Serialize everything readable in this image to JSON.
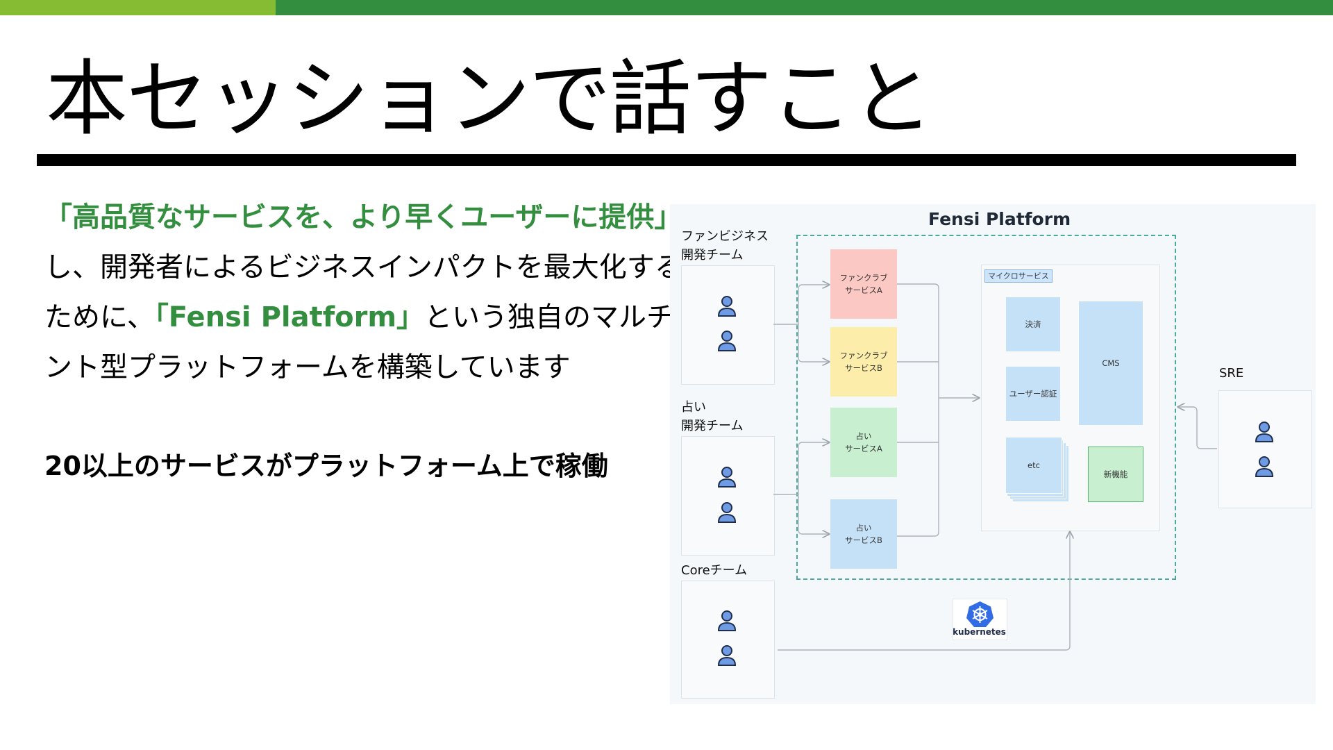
{
  "slide": {
    "title": "本セッションで話すこと",
    "paragraph": {
      "line1_quote": "「高品質なサービスを、より早くユーザーに提供」",
      "line2": "し、開発者によるビジネスインパクトを最大化する",
      "line3_pre": "ために、",
      "line3_green": "「Fensi Platform」",
      "line3_post": "という独自のマルチテナ",
      "line4": "ント型プラットフォームを構築しています"
    },
    "highlight": "20以上のサービスがプラットフォーム上で稼働"
  },
  "diagram": {
    "title": "Fensi Platform",
    "teams": [
      {
        "line1": "ファンビジネス",
        "line2": "開発チーム"
      },
      {
        "line1": "占い",
        "line2": "開発チーム"
      },
      {
        "line1": "Coreチーム",
        "line2": ""
      }
    ],
    "sre_label": "SRE",
    "services": [
      {
        "label": "ファンクラブ\nサービスA",
        "color": "#fbc8c4"
      },
      {
        "label": "ファンクラブ\nサービスB",
        "color": "#fcedaa"
      },
      {
        "label": "占い\nサービスA",
        "color": "#c7efd0"
      },
      {
        "label": "占い\nサービスB",
        "color": "#c5e1f7"
      }
    ],
    "microservices": {
      "label": "マイクロサービス",
      "payment": "決済",
      "auth": "ユーザー認証",
      "etc": "etc",
      "cms": "CMS",
      "new_feature": "新機能"
    },
    "kubernetes_label": "kubernetes",
    "colors": {
      "accent_green": "#338f3f",
      "light_green": "#86bc34",
      "dashed_border": "#4aa9a0",
      "person_icon": "#4a7fd4"
    }
  }
}
